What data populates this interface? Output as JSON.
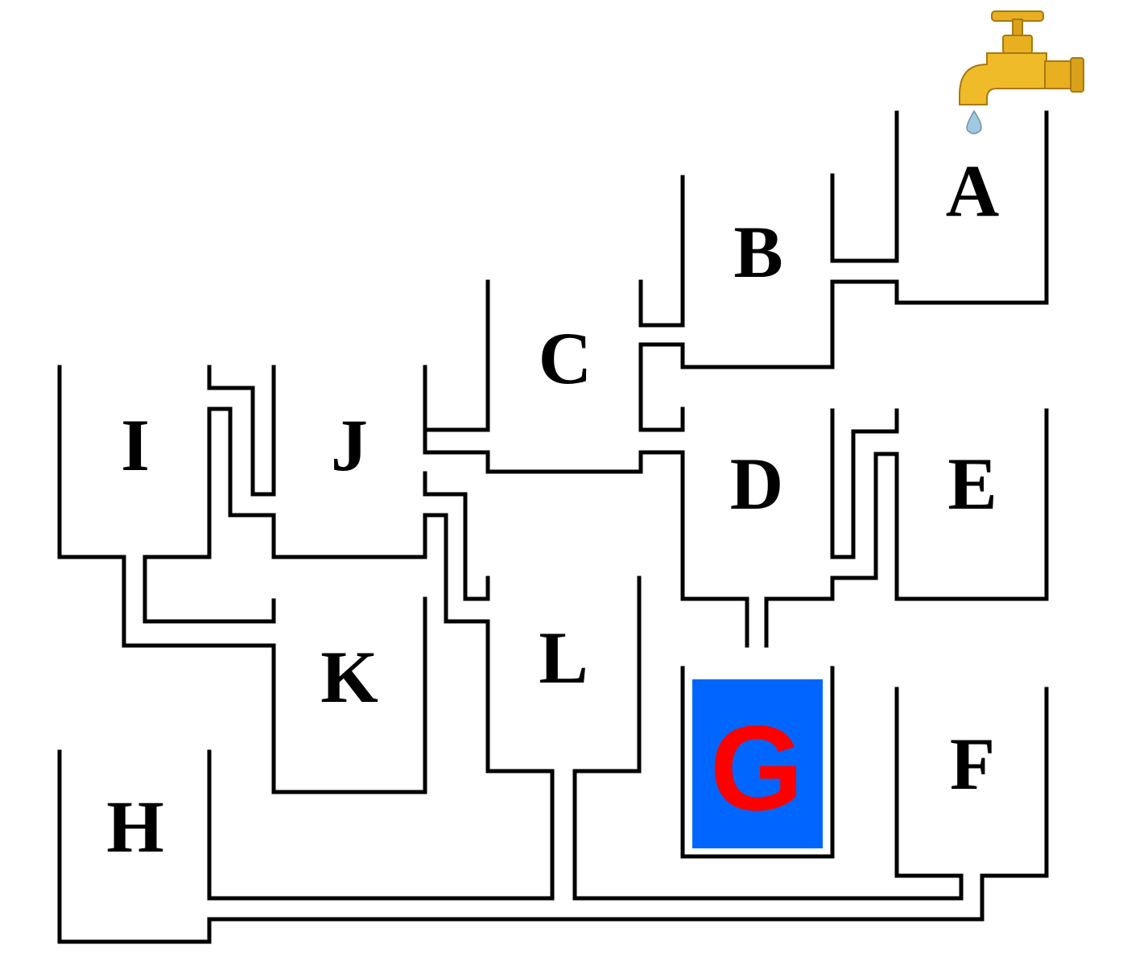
{
  "containers": [
    {
      "id": "A",
      "label": "A"
    },
    {
      "id": "B",
      "label": "B"
    },
    {
      "id": "C",
      "label": "C"
    },
    {
      "id": "D",
      "label": "D"
    },
    {
      "id": "E",
      "label": "E"
    },
    {
      "id": "F",
      "label": "F"
    },
    {
      "id": "G",
      "label": "G"
    },
    {
      "id": "H",
      "label": "H"
    },
    {
      "id": "I",
      "label": "I"
    },
    {
      "id": "J",
      "label": "J"
    },
    {
      "id": "K",
      "label": "K"
    },
    {
      "id": "L",
      "label": "L"
    }
  ],
  "highlight": {
    "container": "G",
    "fill": "#0066ff",
    "text_color": "#ff0000"
  },
  "faucet": {
    "icon": "faucet-icon",
    "color": "#e8b020",
    "drop_color": "#9ec9e0"
  }
}
